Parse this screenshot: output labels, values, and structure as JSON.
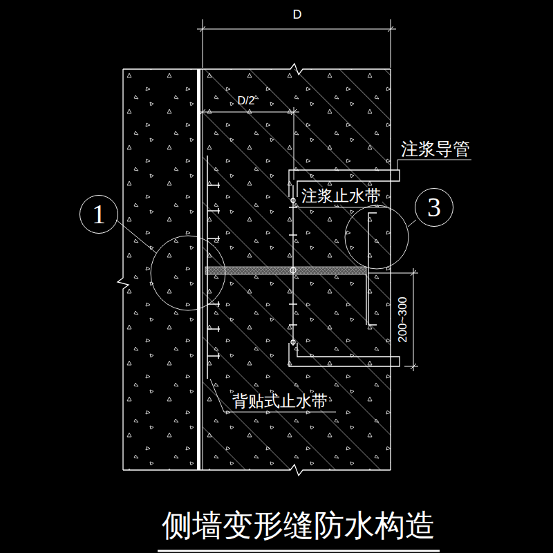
{
  "diagram": {
    "title": "侧墙变形缝防水构造",
    "nodes": [
      {
        "text": [
          "1"
        ]
      },
      {
        "text": [
          "3"
        ]
      }
    ],
    "labels": [
      "D",
      "D/2",
      "注浆导管",
      "注浆止水带",
      "背贴式止水带",
      "200~300"
    ]
  }
}
